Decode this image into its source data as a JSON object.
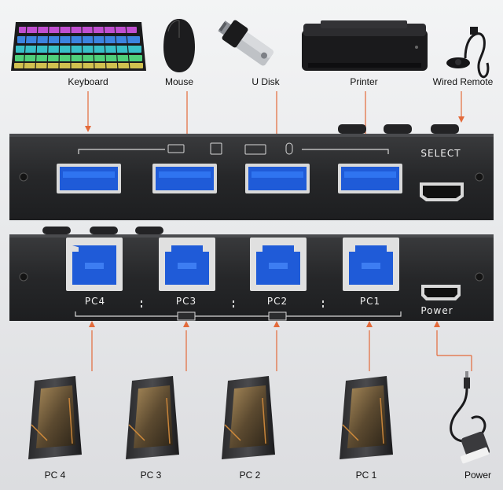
{
  "devices_top": [
    {
      "id": "keyboard",
      "label": "Keyboard"
    },
    {
      "id": "mouse",
      "label": "Mouse"
    },
    {
      "id": "udisk",
      "label": "U Disk"
    },
    {
      "id": "printer",
      "label": "Printer"
    },
    {
      "id": "remote",
      "label": "Wired Remote"
    }
  ],
  "top_panel": {
    "select_label": "SELECT"
  },
  "bottom_panel": {
    "ports": [
      {
        "label": "PC4"
      },
      {
        "label": "PC3"
      },
      {
        "label": "PC2"
      },
      {
        "label": "PC1"
      }
    ],
    "power_label": "Power"
  },
  "devices_bottom": [
    {
      "label": "PC 4"
    },
    {
      "label": "PC 3"
    },
    {
      "label": "PC 2"
    },
    {
      "label": "PC 1"
    },
    {
      "label": "Power"
    }
  ],
  "colors": {
    "accent_line": "#e36a3a",
    "panel": "#2b2c2e",
    "usb_blue": "#1f5bd8",
    "background": "#e7e8ea"
  }
}
